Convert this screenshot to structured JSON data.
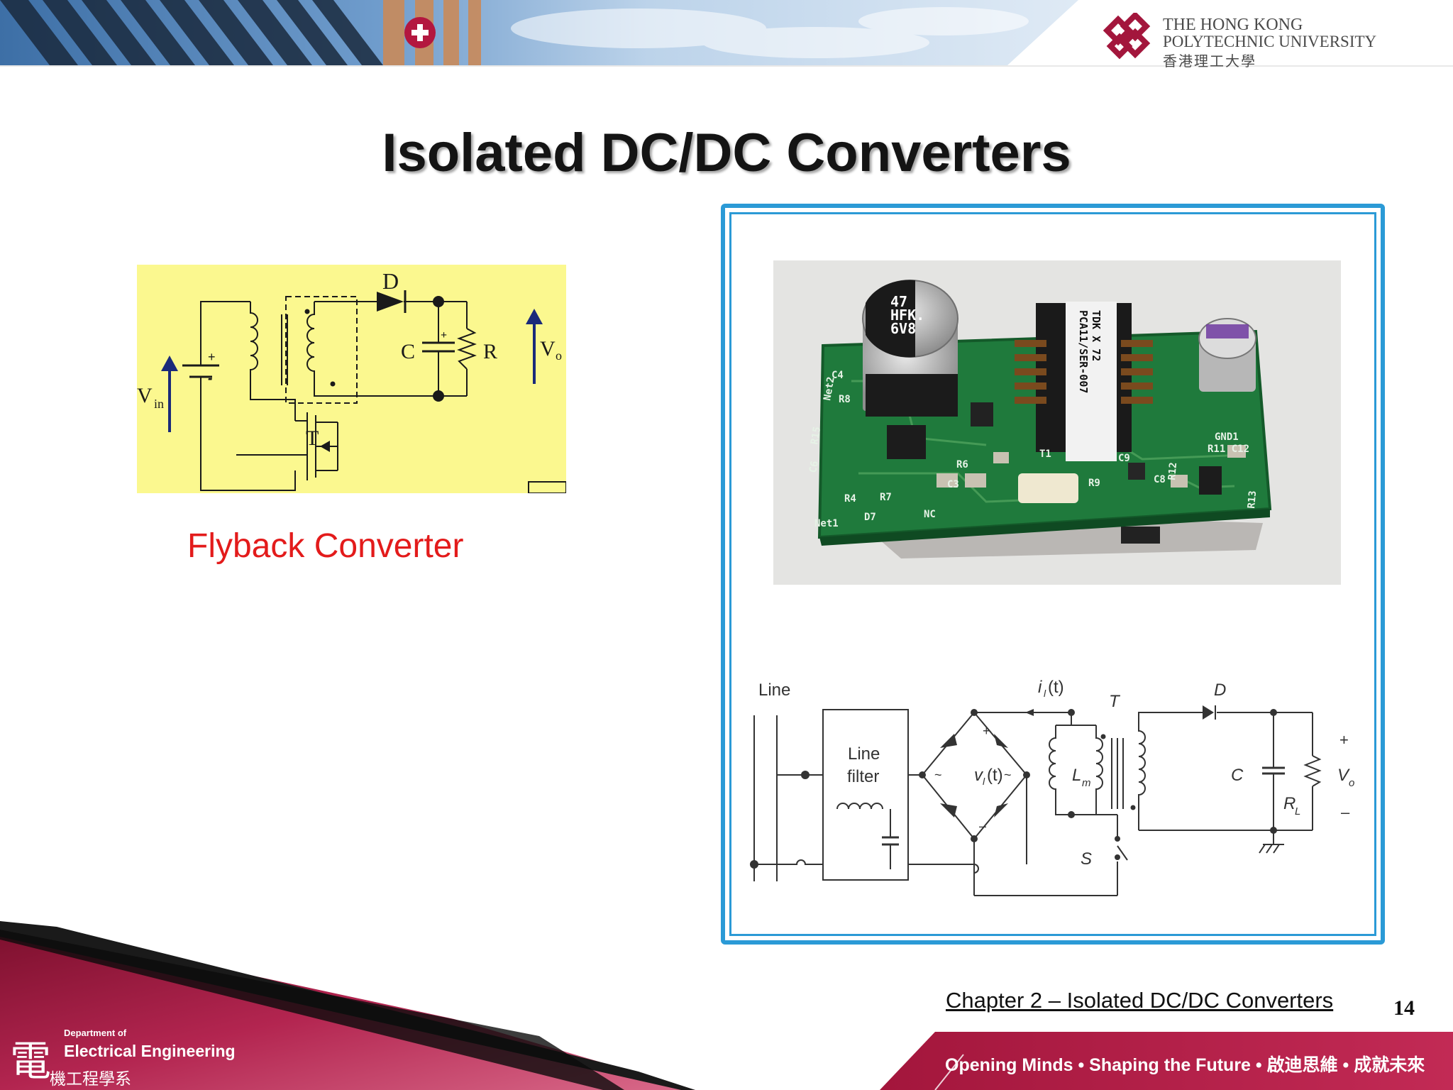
{
  "header": {
    "university_line1": "THE HONG KONG",
    "university_line2": "POLYTECHNIC UNIVERSITY",
    "university_cn": "香港理工大學",
    "logo_icon": "polyu-logo-icon"
  },
  "slide": {
    "title": "Isolated DC/DC Converters",
    "left_caption": "Flyback Converter",
    "chapter_footer": "Chapter 2 – Isolated DC/DC Converters",
    "page_number": "14"
  },
  "schematic_left": {
    "label_D": "D",
    "label_C": "C",
    "label_R": "R",
    "label_T": "T",
    "label_Vin": "V",
    "label_Vin_sub": "in",
    "label_Vo": "V",
    "label_Vo_sub": "o",
    "plus": "+",
    "minus": "-"
  },
  "photo_labels": {
    "cap_big_1": "47",
    "cap_big_2": "HFK.",
    "cap_big_3": "6V8",
    "transformer_1": "PCA11/SER-007",
    "transformer_2": "TDK  X  72",
    "silk_net2": "Net2",
    "silk_c4": "C4",
    "silk_r8": "R8",
    "silk_r15": "R15",
    "silk_c6": "C6",
    "silk_t1": "T1",
    "silk_c9": "C9",
    "silk_c8": "C8",
    "silk_r12": "R12",
    "silk_gnd": "GND1",
    "silk_r11c12": "R11 C12",
    "silk_r6": "R6",
    "silk_c3": "C3",
    "silk_r9": "R9",
    "silk_r4": "R4",
    "silk_r7": "R7",
    "silk_net1": "Net1",
    "silk_d7": "D7",
    "silk_nc": "NC",
    "silk_r13": "R13"
  },
  "schematic_right": {
    "line": "Line",
    "line_filter_1": "Line",
    "line_filter_2": "filter",
    "i_label": "i",
    "i_sub": "l",
    "i_rest": "(t)",
    "v_label": "v",
    "v_sub": "l",
    "v_rest": "(t)",
    "T": "T",
    "D": "D",
    "Lm": "L",
    "Lm_sub": "m",
    "C": "C",
    "RL": "R",
    "RL_sub": "L",
    "Vo": "V",
    "Vo_sub": "o",
    "S": "S",
    "plus": "+",
    "minus": "–",
    "tilde": "~"
  },
  "footer": {
    "dept_small": "Department of",
    "dept_big": "Electrical Engineering",
    "dept_char": "電",
    "dept_cn": "機工程學系",
    "slogan": "Opening Minds • Shaping the Future • 啟迪思維 • 成就未來"
  },
  "colors": {
    "frame_blue": "#2b9ad6",
    "caption_red": "#e31b1b",
    "schematic_bg": "#fbf88f",
    "brand_maroon": "#a3163c"
  }
}
